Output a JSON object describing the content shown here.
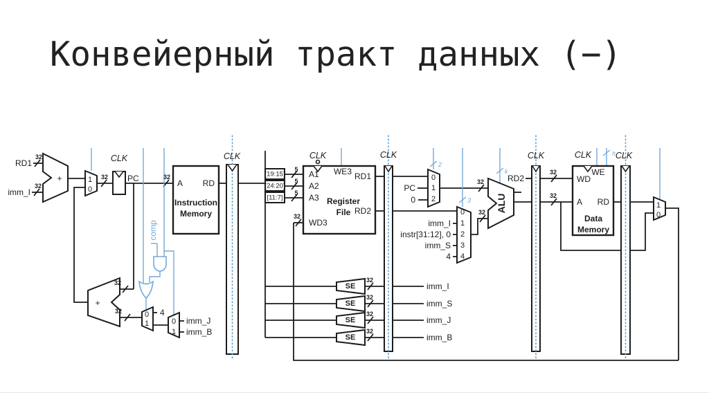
{
  "title": "Конвейерный тракт данных (−)",
  "colors": {
    "ink": "#1c1c1c",
    "select_blue": "#74a9d8",
    "pipeline_dotted_blue": "#5b9fd0",
    "background": "#ffffff"
  },
  "labels": {
    "clk": "CLK",
    "pc": "PC",
    "rd": "RD",
    "rd1": "RD1",
    "rd2": "RD2",
    "wd": "WD",
    "wd3": "WD3",
    "we": "WE",
    "we3": "WE3",
    "a": "A",
    "a1": "A1",
    "a2": "A2",
    "a3": "A3",
    "plus": "+",
    "se": "SE",
    "alu": "ALU",
    "comp": "comp",
    "imm_i": "imm_I",
    "imm_s": "imm_S",
    "imm_j": "imm_J",
    "imm_b": "imm_B",
    "instr_imm": "instr[31:12], 0",
    "b19": "[19:15]",
    "b24": "[24:20]",
    "b11": "[11:7]",
    "instruction": "Instruction",
    "memory": "Memory",
    "register": "Register",
    "file": "File",
    "data": "Data",
    "n0": "0",
    "n1": "1",
    "n2": "2",
    "n3": "3",
    "n4": "4",
    "w32": "32",
    "w5": "5",
    "wk": "k",
    "wh": "h"
  }
}
